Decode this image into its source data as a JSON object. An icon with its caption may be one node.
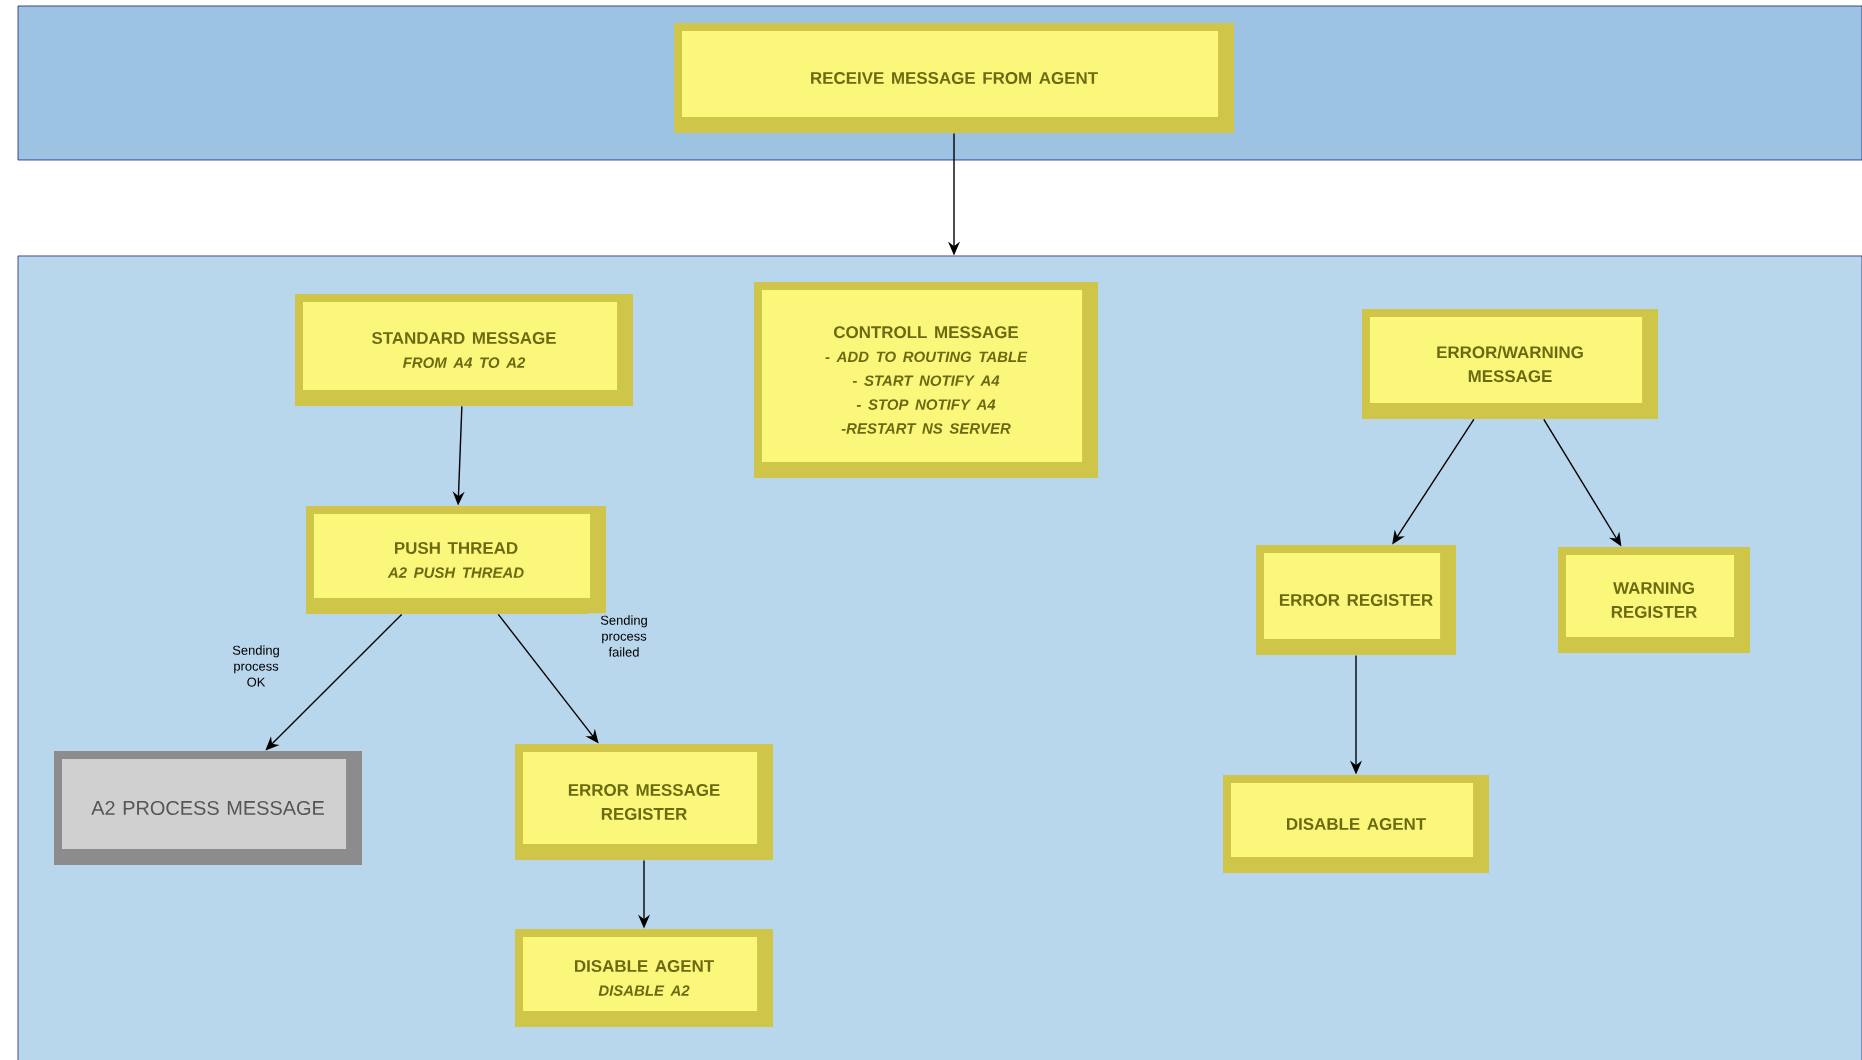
{
  "diagram": {
    "nodes": [
      {
        "text": [],
        "shape": "band"
      },
      {
        "text": [
          "RECEIVE MESSAGE FROM AGENT"
        ],
        "in": 0
      },
      {
        "text": [],
        "shape": "band"
      },
      {
        "text": [
          "STANDARD MESSAGE",
          "FROM A4 TO A2"
        ],
        "in": 2
      },
      {
        "text": [
          "CONTROLL MESSAGE",
          "- ADD TO ROUTING TABLE",
          "- START NOTIFY A4",
          "- STOP NOTIFY A4",
          "-RESTART NS SERVER"
        ],
        "in": 2
      },
      {
        "text": [
          "ERROR/WARNING MESSAGE"
        ],
        "in": 2
      },
      {
        "text": [
          "PUSH THREAD",
          "A2 PUSH THREAD"
        ],
        "in": 2
      },
      {
        "text": [
          "ERROR REGISTER"
        ],
        "in": 2
      },
      {
        "text": [
          "WARNING REGISTER"
        ],
        "in": 2
      },
      {
        "text": [
          "A2 PROCESS MESSAGE"
        ],
        "in": 2
      },
      {
        "text": [
          "ERROR MESSAGE REGISTER"
        ],
        "in": 2
      },
      {
        "text": [
          "DISABLE AGENT"
        ],
        "in": 2
      },
      {
        "text": [
          "DISABLE AGENT",
          "DISABLE A2"
        ],
        "in": 2
      }
    ],
    "edges": [
      {
        "from": 1,
        "to": 2,
        "arrow": "to"
      },
      {
        "from": 3,
        "to": 6,
        "arrow": "to"
      },
      {
        "from": 6,
        "to": 9,
        "arrow": "to",
        "label": "Sending process OK"
      },
      {
        "from": 6,
        "to": 10,
        "arrow": "to",
        "label": "Sending process failed"
      },
      {
        "from": 10,
        "to": 12,
        "arrow": "to"
      },
      {
        "from": 5,
        "to": 7,
        "arrow": "to"
      },
      {
        "from": 5,
        "to": 8,
        "arrow": "to"
      },
      {
        "from": 7,
        "to": 11,
        "arrow": "to"
      }
    ]
  }
}
